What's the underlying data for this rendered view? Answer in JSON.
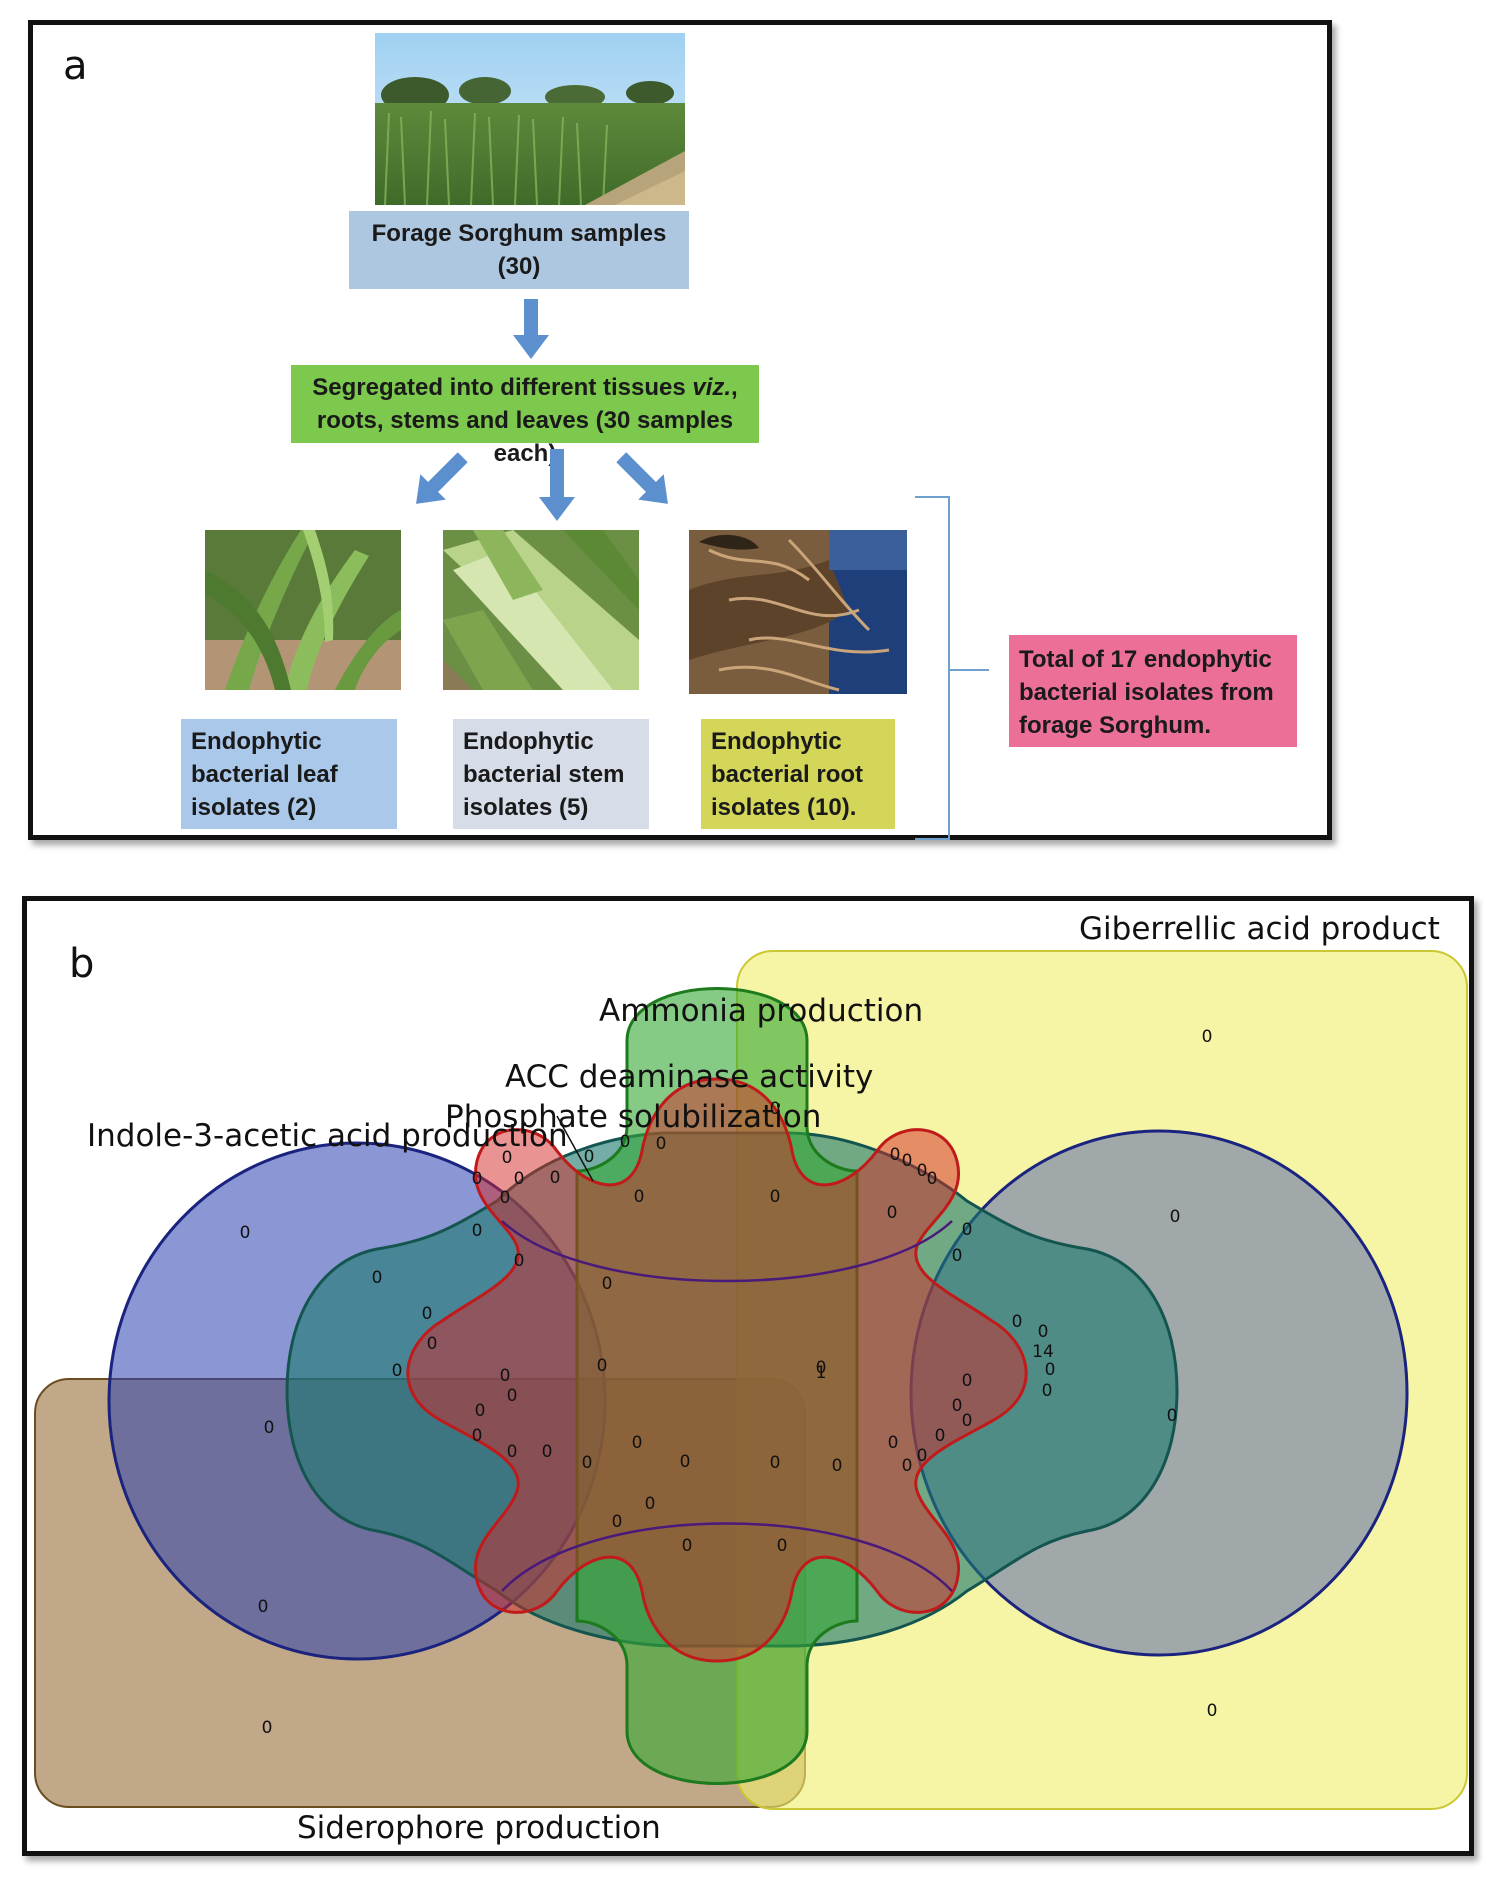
{
  "panel_a": {
    "label": "a",
    "samples_box": {
      "line1": "Forage Sorghum samples",
      "line2": "(30)"
    },
    "segregated_box": {
      "line1_pre": "Segregated into different tissues ",
      "line1_em": "viz.",
      "line1_post": ",",
      "line2": "roots, stems and leaves (30 samples each)"
    },
    "leaf_box": {
      "line1": "Endophytic",
      "line2": "bacterial leaf",
      "line3": "isolates (2)"
    },
    "stem_box": {
      "line1": "Endophytic",
      "line2": "bacterial stem",
      "line3": "isolates (5)"
    },
    "root_box": {
      "line1": "Endophytic",
      "line2": "bacterial root",
      "line3": "isolates (10)."
    },
    "total_box": {
      "line1": "Total of  17  endophytic",
      "line2": "bacterial isolates from",
      "line3": "forage Sorghum."
    },
    "colors": {
      "samples": "#aec7e0",
      "segregated": "#7dc94e",
      "leaf": "#a9c8ea",
      "stem": "#d6dde8",
      "root": "#d4d65a",
      "total": "#ec6f98",
      "arrow": "#5b8fcd"
    }
  },
  "panel_b": {
    "label": "b",
    "sets": {
      "giberrellic": "Giberrellic acid product",
      "ammonia": "Ammonia production",
      "acc": "ACC deaminase activity",
      "phosphate": "Phosphate solubilization",
      "indole": "Indole-3-acetic acid production",
      "siderophore": "Siderophore production"
    },
    "colors": {
      "indole": "#2b3fb0",
      "giberrellic": "#f0ed6e",
      "siderophore": "#a8865a",
      "ammonia": "#33a833",
      "phosphate": "#1f7a70",
      "acc": "#d42828",
      "outline_blue": "#1a237e"
    },
    "counts": [
      {
        "v": "0"
      },
      {
        "v": "0"
      },
      {
        "v": "0"
      },
      {
        "v": "0"
      },
      {
        "v": "0"
      },
      {
        "v": "0"
      },
      {
        "v": "0"
      },
      {
        "v": "0"
      },
      {
        "v": "0"
      },
      {
        "v": "0"
      },
      {
        "v": "0"
      },
      {
        "v": "0"
      },
      {
        "v": "0"
      },
      {
        "v": "0"
      },
      {
        "v": "0"
      },
      {
        "v": "0"
      },
      {
        "v": "0"
      },
      {
        "v": "0"
      },
      {
        "v": "0"
      },
      {
        "v": "0"
      },
      {
        "v": "0"
      },
      {
        "v": "0"
      },
      {
        "v": "0"
      },
      {
        "v": "0"
      },
      {
        "v": "0"
      },
      {
        "v": "0"
      },
      {
        "v": "0"
      },
      {
        "v": "0"
      },
      {
        "v": "0"
      },
      {
        "v": "0"
      },
      {
        "v": "1"
      },
      {
        "v": "14"
      },
      {
        "v": "0"
      },
      {
        "v": "0"
      },
      {
        "v": "0"
      },
      {
        "v": "0"
      },
      {
        "v": "0"
      },
      {
        "v": "0"
      },
      {
        "v": "0"
      },
      {
        "v": "0"
      },
      {
        "v": "0"
      },
      {
        "v": "0"
      },
      {
        "v": "0"
      },
      {
        "v": "0"
      },
      {
        "v": "0"
      },
      {
        "v": "0"
      },
      {
        "v": "0"
      },
      {
        "v": "0"
      },
      {
        "v": "0"
      },
      {
        "v": "0"
      },
      {
        "v": "0"
      },
      {
        "v": "0"
      },
      {
        "v": "0"
      },
      {
        "v": "0"
      },
      {
        "v": "0"
      },
      {
        "v": "0"
      },
      {
        "v": "0"
      },
      {
        "v": "0"
      },
      {
        "v": "0"
      },
      {
        "v": "0"
      },
      {
        "v": "0"
      },
      {
        "v": "0"
      },
      {
        "v": "0"
      }
    ]
  }
}
